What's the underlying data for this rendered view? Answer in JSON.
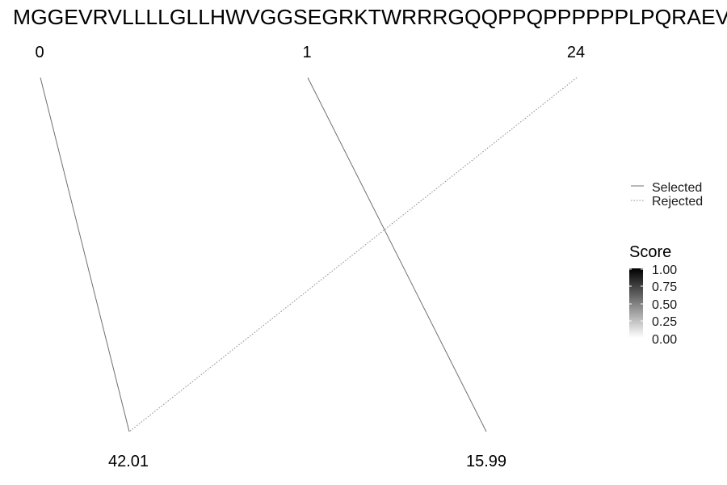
{
  "sequence": "MGGEVRVLLLLGLLHWVGGSEGRKTWRRRGQQPPQPPPPPPLPQRAEVE",
  "top_labels": [
    "0",
    "1",
    "24"
  ],
  "bottom_labels": [
    "42.01",
    "15.99"
  ],
  "legend": {
    "selected_label": "Selected",
    "rejected_label": "Rejected"
  },
  "score_scale": {
    "title": "Score",
    "ticks": [
      "1.00",
      "0.75",
      "0.50",
      "0.25",
      "0.00"
    ],
    "high_color": "#000000",
    "low_color": "#ffffff"
  },
  "chart_data": {
    "type": "diagram",
    "links": [
      {
        "from": "0",
        "to": "42.01",
        "status": "Selected"
      },
      {
        "from": "1",
        "to": "15.99",
        "status": "Selected"
      },
      {
        "from": "24",
        "to": "42.01",
        "status": "Rejected"
      }
    ]
  },
  "colors": {
    "selected_line": "#707070",
    "rejected_line": "#8a8a8a"
  }
}
